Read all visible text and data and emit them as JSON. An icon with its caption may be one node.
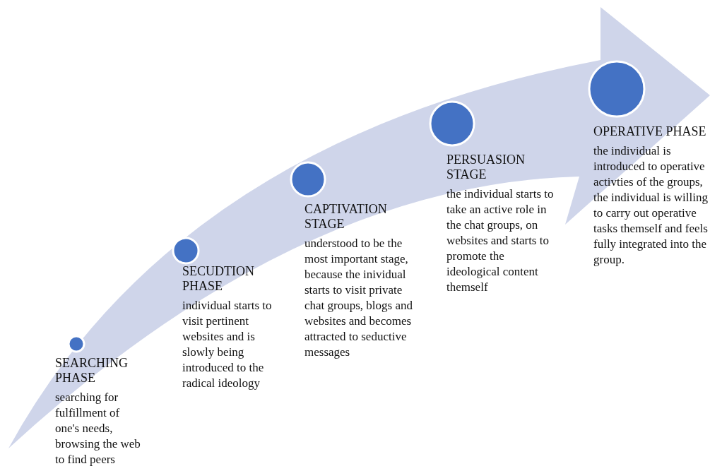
{
  "diagram": {
    "nodes": [
      {
        "text": [
          "SEARCHING PHASE",
          "searching for fulfillment of one's needs, browsing the web to find peers"
        ]
      },
      {
        "text": [
          "SECUDTION PHASE",
          "individual starts to visit pertinent websites and is slowly being introduced to the radical ideology"
        ]
      },
      {
        "text": [
          "CAPTIVATION STAGE",
          "understood to be the most important stage, because the inividual starts to visit private chat groups, blogs and websites and becomes attracted to seductive messages"
        ]
      },
      {
        "text": [
          "PERSUASION STAGE",
          "the individual starts to take an active role in the chat groups, on websites and starts to promote the ideological content themself"
        ]
      },
      {
        "text": [
          "OPERATIVE PHASE",
          "the individual is introduced to operative activties of the groups, the individual is willing to carry out operative tasks themself and feels fully integrated into the group."
        ]
      }
    ]
  }
}
